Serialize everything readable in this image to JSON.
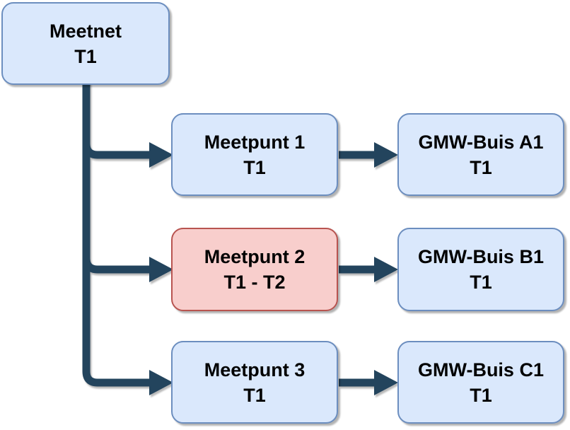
{
  "diagram": {
    "type": "flowchart",
    "background_color": "#ffffff",
    "colors": {
      "node_fill_blue": "#dae8fc",
      "node_border_blue": "#6c8ebf",
      "node_fill_red": "#f8cecc",
      "node_border_red": "#b85450",
      "connector": "#23445d",
      "text": "#000000"
    },
    "nodes": [
      {
        "id": "meetnet",
        "line1": "Meetnet",
        "line2": "T1",
        "variant": "blue"
      },
      {
        "id": "meetpunt1",
        "line1": "Meetpunt 1",
        "line2": "T1",
        "variant": "blue"
      },
      {
        "id": "meetpunt2",
        "line1": "Meetpunt 2",
        "line2": "T1 - T2",
        "variant": "red"
      },
      {
        "id": "meetpunt3",
        "line1": "Meetpunt 3",
        "line2": "T1",
        "variant": "blue"
      },
      {
        "id": "gmw-buis-a1",
        "line1": "GMW-Buis A1",
        "line2": "T1",
        "variant": "blue"
      },
      {
        "id": "gmw-buis-b1",
        "line1": "GMW-Buis B1",
        "line2": "T1",
        "variant": "blue"
      },
      {
        "id": "gmw-buis-c1",
        "line1": "GMW-Buis C1",
        "line2": "T1",
        "variant": "blue"
      }
    ],
    "edges": [
      {
        "from": "meetnet",
        "to": "meetpunt1"
      },
      {
        "from": "meetnet",
        "to": "meetpunt2"
      },
      {
        "from": "meetnet",
        "to": "meetpunt3"
      },
      {
        "from": "meetpunt1",
        "to": "gmw-buis-a1"
      },
      {
        "from": "meetpunt2",
        "to": "gmw-buis-b1"
      },
      {
        "from": "meetpunt3",
        "to": "gmw-buis-c1"
      }
    ]
  }
}
